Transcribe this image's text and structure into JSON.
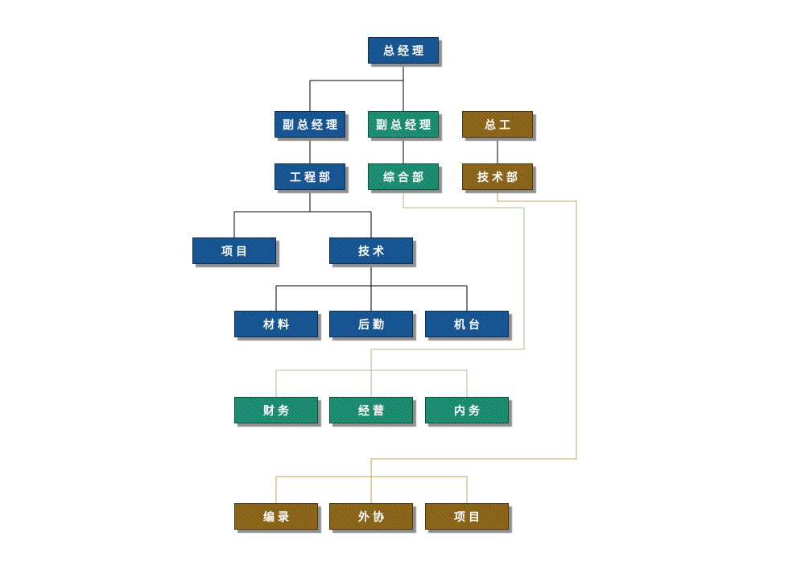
{
  "diagram": {
    "type": "org-chart",
    "nodes": [
      {
        "label": "总经理",
        "theme": "blue",
        "level": 1,
        "parent": null
      },
      {
        "label": "副总经理",
        "theme": "blue",
        "level": 2,
        "parent": 0
      },
      {
        "label": "副总经理",
        "theme": "green",
        "level": 2,
        "parent": 0
      },
      {
        "label": "总工",
        "theme": "brown",
        "level": 2,
        "parent": null
      },
      {
        "label": "工程部",
        "theme": "blue",
        "level": 3,
        "parent": 1
      },
      {
        "label": "综合部",
        "theme": "green",
        "level": 3,
        "parent": 2
      },
      {
        "label": "技术部",
        "theme": "brown",
        "level": 3,
        "parent": 3
      },
      {
        "label": "项目",
        "theme": "blue",
        "level": 4,
        "parent": 4
      },
      {
        "label": "技术",
        "theme": "blue",
        "level": 4,
        "parent": 4
      },
      {
        "label": "材料",
        "theme": "blue",
        "level": 5,
        "parent": 8
      },
      {
        "label": "后勤",
        "theme": "blue",
        "level": 5,
        "parent": 8
      },
      {
        "label": "机台",
        "theme": "blue",
        "level": 5,
        "parent": 8
      },
      {
        "label": "财务",
        "theme": "green",
        "level": 6,
        "parent": 5
      },
      {
        "label": "经营",
        "theme": "green",
        "level": 6,
        "parent": 5
      },
      {
        "label": "内务",
        "theme": "green",
        "level": 6,
        "parent": 5
      },
      {
        "label": "编录",
        "theme": "brown",
        "level": 7,
        "parent": 6
      },
      {
        "label": "外协",
        "theme": "brown",
        "level": 7,
        "parent": 6
      },
      {
        "label": "项目",
        "theme": "brown",
        "level": 7,
        "parent": 6
      }
    ]
  },
  "colors": {
    "node_blue": "#1a5a9a",
    "node_blue_dark": "#114a80",
    "node_green": "#1f9478",
    "node_green_dark": "#167a60",
    "node_brown": "#926a1d",
    "node_brown_dark": "#7b5813",
    "line_black": "#000000",
    "line_green": "#a3c293",
    "line_brown": "#c7a258",
    "shadow": "#8f8f8f",
    "background": "#ffffff",
    "text": "#ffffff"
  }
}
